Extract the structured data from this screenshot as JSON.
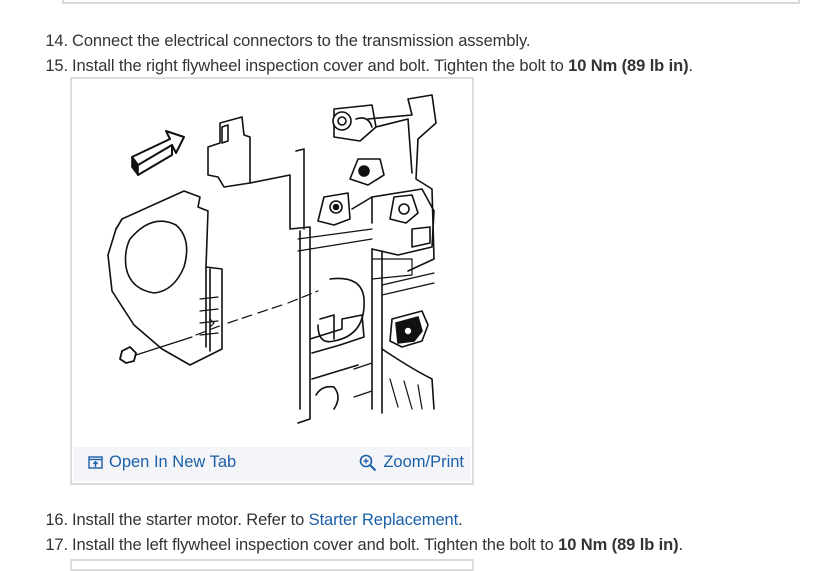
{
  "steps": [
    {
      "num": "14.",
      "text": "Connect the electrical connectors to the transmission assembly."
    },
    {
      "num": "15.",
      "text": "Install the right flywheel inspection cover and bolt. Tighten the bolt to ",
      "bold": "10 Nm (89 lb in)",
      "after": "."
    },
    {
      "num": "16.",
      "text": "Install the starter motor. Refer to ",
      "link": "Starter Replacement",
      "after": "."
    },
    {
      "num": "17.",
      "text": "Install the left flywheel inspection cover and bolt. Tighten the bolt to ",
      "bold": "10 Nm (89 lb in)",
      "after": "."
    }
  ],
  "figure": {
    "open_tab_label": "Open In New Tab",
    "zoom_label": "Zoom/Print",
    "open_tab_icon": "open-in-new-tab-icon",
    "zoom_icon": "magnifier-zoom-icon"
  },
  "colors": {
    "link": "#1a5fa8",
    "text": "#333333",
    "bar": "#f4f5f9",
    "border": "#dcdcdc"
  }
}
